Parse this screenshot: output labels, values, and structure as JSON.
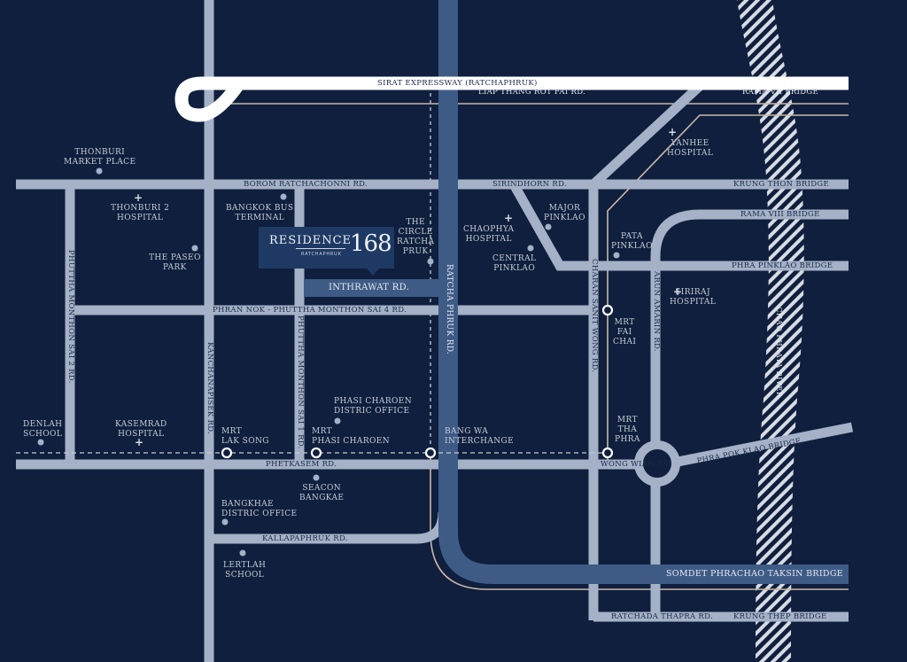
{
  "brand": {
    "name": "RESIDENCE",
    "number": "168",
    "sub": "RATCHAPHRUK"
  },
  "colors": {
    "background": "#0f1f3d",
    "road": "#a4b1c6",
    "main_road": "#3e5b86",
    "expressway": "#ffffff",
    "rail": "#c9b8a6",
    "label": "#c7ccd6",
    "river_hatch": "#d7dbe3"
  },
  "roads": {
    "sirat_expressway": "SIRAT EXPRESSWAY (RATCHAPHRUK)",
    "liap_thang": "LIAP THANG ROT FAI RD.",
    "rama7": "RAMA VII BRIDGE",
    "borom": "BOROM RATCHACHONNI RD.",
    "sirindhorn": "SIRINDHORN RD.",
    "krung_thon": "KRUNG THON BRIDGE",
    "rama8": "RAMA VIII BRIDGE",
    "phra_pinklao": "PHRA PINKLAO BRIDGE",
    "inthrawat": "INTHRAWAT RD.",
    "phran_nok": "PHRAN NOK - PHUTTHA MONTHON SAI 4 RD.",
    "phetkasem": "PHETKASEM RD.",
    "wong_wian_yai": "WONG WIAN YAI",
    "phra_pok_klao": "PHRA POK KLAO BRIDGE",
    "kallapaphruk": "KALLAPAPHRUK RD.",
    "somdet": "SOMDET PHRACHAO TAKSIN BRIDGE",
    "ratchada_thapra": "RATCHADA THAPRA RD.",
    "krung_thep": "KRUNG THEP BRIDGE",
    "phuttha_sai2": "PHUTTHA MONTHON SAI 2 RD.",
    "kanchanapisek": "KANCHANAPISEK RD.",
    "phuttha_sai1": "PHUTTHA MONTHON SAI 1 RD.",
    "ratcha_phruk": "RATCHA PHRUK RD.",
    "charan_sanit_wong": "CHARAN SANIT WONG RD.",
    "arun_amarin": "ARUN AMARIN RD.",
    "river": "CHAO PHRAYA RIVER"
  },
  "places": {
    "thonburi_market": [
      "THONBURI",
      "MARKET PLACE"
    ],
    "thonburi2_hospital": [
      "THONBURI 2",
      "HOSPITAL"
    ],
    "bangkok_bus": [
      "BANGKOK BUS",
      "TERMINAL"
    ],
    "paseo_park": [
      "THE PASEO",
      "PARK"
    ],
    "the_circle": [
      "THE",
      "CIRCLE",
      "RATCHA",
      "PRUK"
    ],
    "chaophya_hospital": [
      "CHAOPHYA",
      "HOSPITAL"
    ],
    "major_pinklao": [
      "MAJOR",
      "PINKLAO"
    ],
    "central_pinklao": [
      "CENTRAL",
      "PINKLAO"
    ],
    "yanhee_hospital": [
      "YANHEE",
      "HOSPITAL"
    ],
    "pata_pinklao": [
      "PATA",
      "PINKLAO"
    ],
    "siriraj_hospital": [
      "SIRIRAJ",
      "HOSPITAL"
    ],
    "mrt_fai_chai": [
      "MRT",
      "FAI",
      "CHAI"
    ],
    "phasi_charoen_office": [
      "PHASI CHAROEN",
      "DISTRIC OFFICE"
    ],
    "denlah_school": [
      "DENLAH",
      "SCHOOL"
    ],
    "kasemrad_hospital": [
      "KASEMRAD",
      "HOSPITAL"
    ],
    "mrt_lak_song": [
      "MRT",
      "LAK SONG"
    ],
    "mrt_phasi_charoen": [
      "MRT",
      "PHASI CHAROEN"
    ],
    "bang_wa": [
      "BANG WA",
      "INTERCHANGE"
    ],
    "mrt_tha_phra": [
      "MRT",
      "THA",
      "PHRA"
    ],
    "seacon_bangkae": [
      "SEACON",
      "BANGKAE"
    ],
    "bangkhae_office": [
      "BANGKHAE",
      "DISTRIC OFFICE"
    ],
    "lertlah_school": [
      "LERTLAH",
      "SCHOOL"
    ]
  }
}
